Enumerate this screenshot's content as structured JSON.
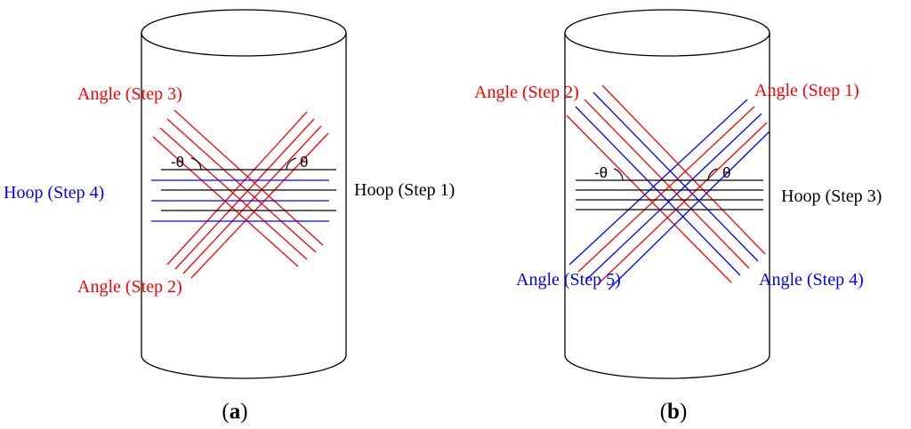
{
  "colors": {
    "red": "#ff0000",
    "blue": "#0000ff",
    "black": "#000000"
  },
  "panel_a": {
    "caption_open": "(",
    "caption_letter": "a",
    "caption_close": ")",
    "label_angle_top": "Angle (Step 3)",
    "label_hoop_left": "Hoop (Step 4)",
    "label_hoop_right": "Hoop (Step 1)",
    "label_angle_bottom": "Angle (Step 2)",
    "theta_left": "-θ",
    "theta_right": "θ"
  },
  "panel_b": {
    "caption_open": "(",
    "caption_letter": "b",
    "caption_close": ")",
    "label_angle_top_left": "Angle (Step 2)",
    "label_angle_top_right": "Angle (Step 1)",
    "label_hoop_right": "Hoop (Step 3)",
    "label_angle_bottom_left": "Angle (Step 5)",
    "label_angle_bottom_right": "Angle (Step 4)",
    "theta_left": "-θ",
    "theta_right": "θ"
  }
}
